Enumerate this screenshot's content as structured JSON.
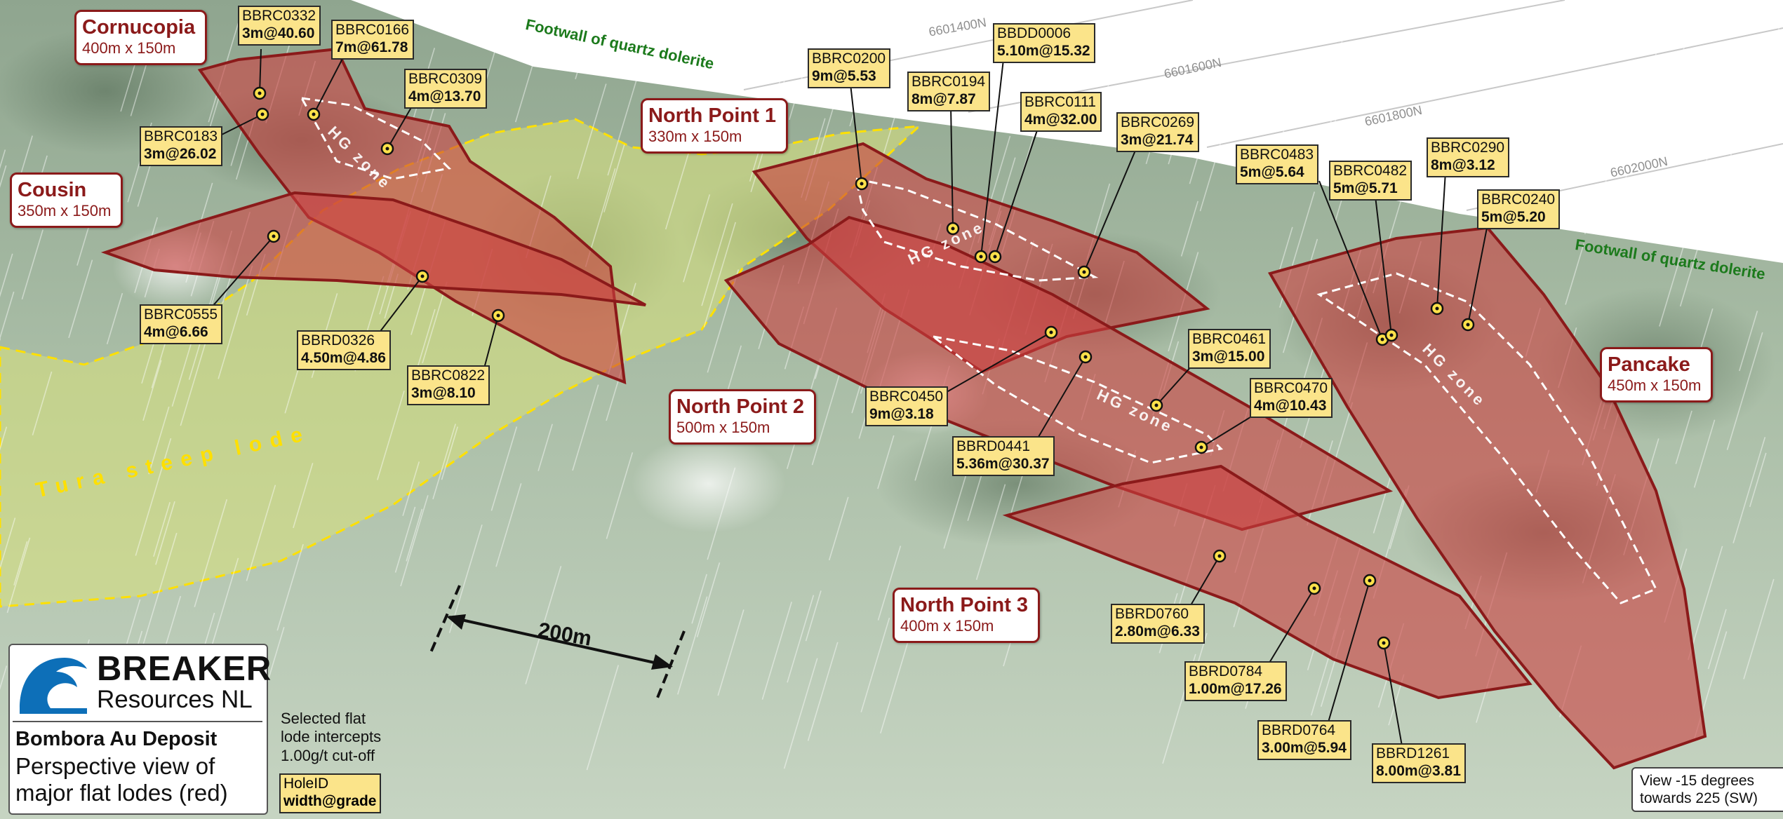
{
  "title": "Bombora Au Deposit",
  "subtitle_lines": [
    "Perspective view of",
    "major flat lodes (red)"
  ],
  "company": {
    "name_line1": "BREAKER",
    "name_line2": "Resources NL",
    "logo_icon": "wave-icon"
  },
  "legend": {
    "note_lines": [
      "Selected flat",
      "lode intercepts",
      "1.00g/t cut-off"
    ],
    "key_line1": "HoleID",
    "key_line2": "width@grade"
  },
  "view": {
    "line1": "View -15 degrees",
    "line2": "towards 225 (SW)"
  },
  "scale_bar": {
    "label": "200m"
  },
  "footwall_labels": [
    "Footwall of quartz dolerite",
    "Footwall of quartz dolerite"
  ],
  "northings": [
    "6601400N",
    "6601600N",
    "6601800N",
    "6602000N"
  ],
  "steep_lode_label": "Tura steep lode",
  "hg_zone_label": "HG zone",
  "colors": {
    "lode_fill": "#cc3f3f",
    "lode_edge": "#8b1a1a",
    "steep_lode_fill": "#d6e07a",
    "steep_lode_edge": "#ffe000",
    "hole_box": "#fbe48a",
    "footwall_text": "#1c7a1c"
  },
  "lodes": [
    {
      "name": "Cornucopia",
      "dims": "400m x 150m"
    },
    {
      "name": "Cousin",
      "dims": "350m x 150m"
    },
    {
      "name": "North Point 1",
      "dims": "330m x 150m"
    },
    {
      "name": "North Point 2",
      "dims": "500m x 150m"
    },
    {
      "name": "North Point 3",
      "dims": "400m x 150m"
    },
    {
      "name": "Pancake",
      "dims": "450m x 150m"
    }
  ],
  "holes": [
    {
      "id": "BBRC0332",
      "intercept": "3m@40.60"
    },
    {
      "id": "BBRC0166",
      "intercept": "7m@61.78"
    },
    {
      "id": "BBRC0309",
      "intercept": "4m@13.70"
    },
    {
      "id": "BBRC0183",
      "intercept": "3m@26.02"
    },
    {
      "id": "BBRC0555",
      "intercept": "4m@6.66"
    },
    {
      "id": "BBRD0326",
      "intercept": "4.50m@4.86"
    },
    {
      "id": "BBRC0822",
      "intercept": "3m@8.10"
    },
    {
      "id": "BBRC0200",
      "intercept": "9m@5.53"
    },
    {
      "id": "BBRC0194",
      "intercept": "8m@7.87"
    },
    {
      "id": "BBDD0006",
      "intercept": "5.10m@15.32"
    },
    {
      "id": "BBRC0111",
      "intercept": "4m@32.00"
    },
    {
      "id": "BBRC0269",
      "intercept": "3m@21.74"
    },
    {
      "id": "BBRC0483",
      "intercept": "5m@5.64"
    },
    {
      "id": "BBRC0482",
      "intercept": "5m@5.71"
    },
    {
      "id": "BBRC0290",
      "intercept": "8m@3.12"
    },
    {
      "id": "BBRC0240",
      "intercept": "5m@5.20"
    },
    {
      "id": "BBRC0461",
      "intercept": "3m@15.00"
    },
    {
      "id": "BBRC0470",
      "intercept": "4m@10.43"
    },
    {
      "id": "BBRC0450",
      "intercept": "9m@3.18"
    },
    {
      "id": "BBRD0441",
      "intercept": "5.36m@30.37"
    },
    {
      "id": "BBRD0760",
      "intercept": "2.80m@6.33"
    },
    {
      "id": "BBRD0784",
      "intercept": "1.00m@17.26"
    },
    {
      "id": "BBRD0764",
      "intercept": "3.00m@5.94"
    },
    {
      "id": "BBRD1261",
      "intercept": "8.00m@3.81"
    }
  ]
}
